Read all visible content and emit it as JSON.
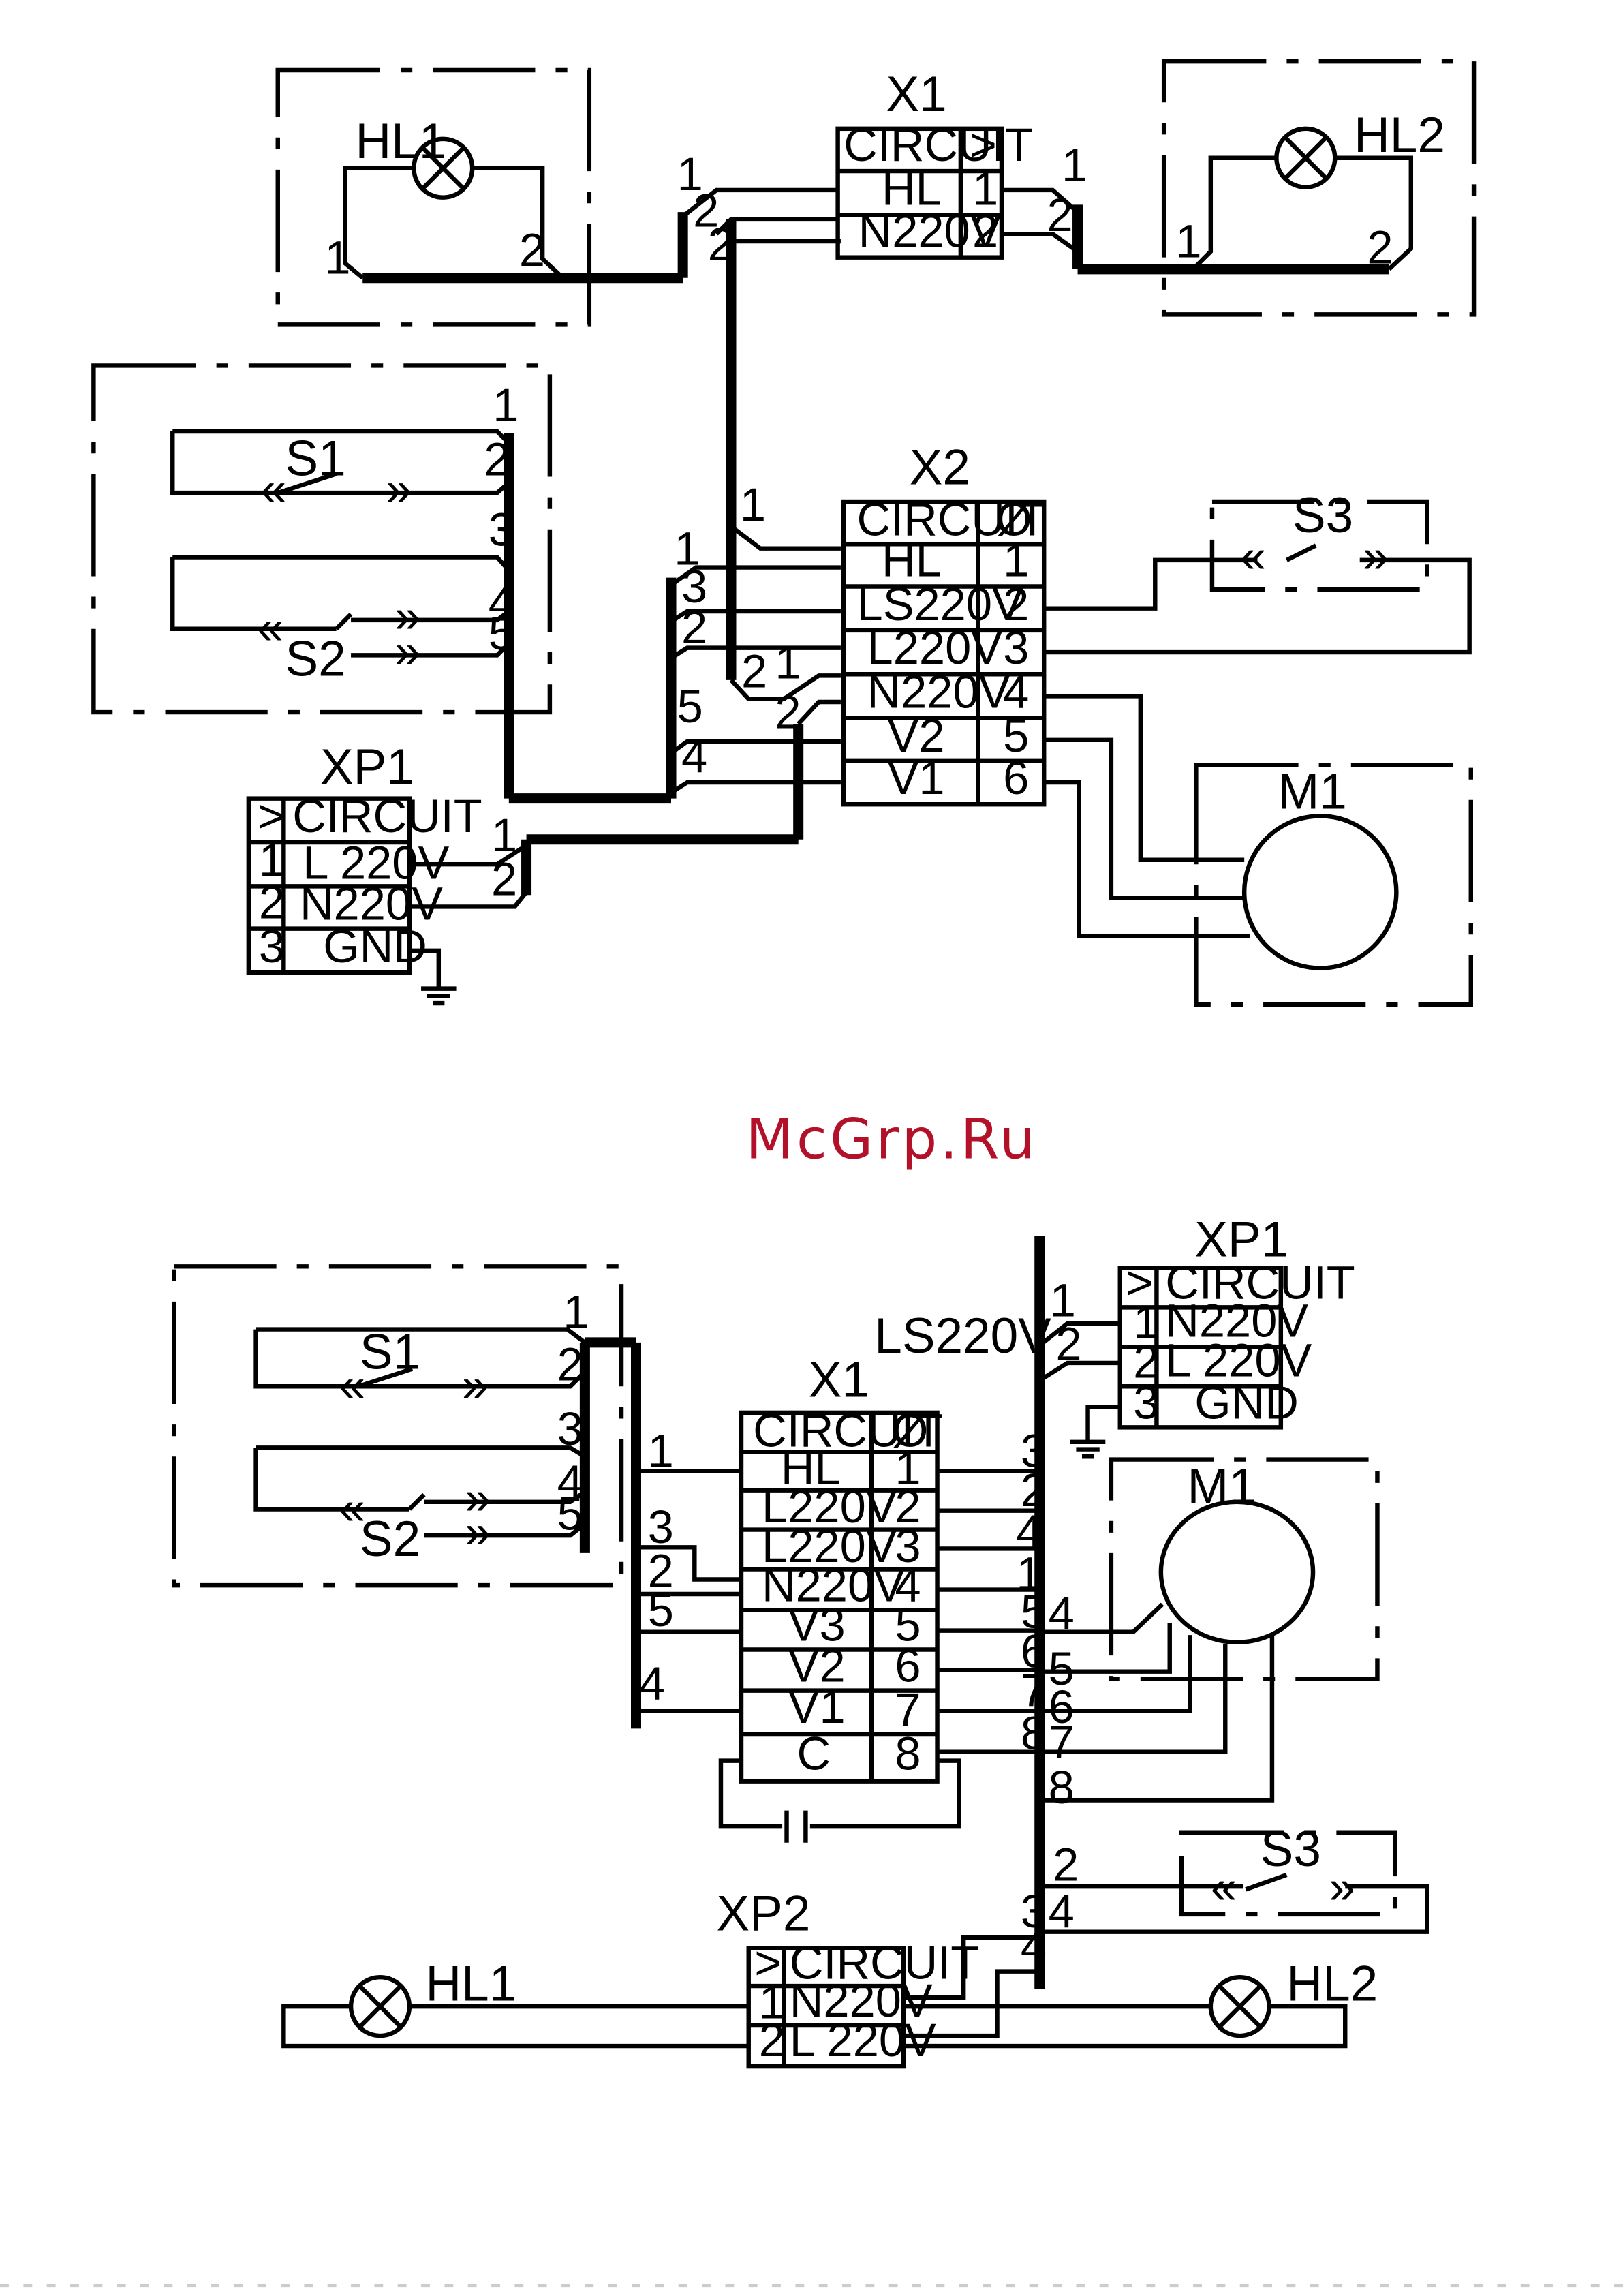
{
  "watermark": "McGrp.Ru",
  "top_scheme": {
    "lamps": {
      "hl1": "HL1",
      "hl2": "HL2"
    },
    "switches": {
      "s1": "S1",
      "s2": "S2",
      "s3": "S3"
    },
    "motor": "M1",
    "x1": {
      "title": "X1",
      "header": [
        "CIRCUIT",
        ">"
      ],
      "rows": [
        {
          "circuit": "HL",
          "pin": "1"
        },
        {
          "circuit": "N220V",
          "pin": "2"
        }
      ]
    },
    "x2": {
      "title": "X2",
      "header": [
        "CIRCUIT",
        "Ø"
      ],
      "rows": [
        {
          "circuit": "HL",
          "pin": "1"
        },
        {
          "circuit": "LS220V",
          "pin": "2"
        },
        {
          "circuit": "L220V",
          "pin": "3"
        },
        {
          "circuit": "N220V",
          "pin": "4"
        },
        {
          "circuit": "V2",
          "pin": "5"
        },
        {
          "circuit": "V1",
          "pin": "6"
        }
      ]
    },
    "xp1": {
      "title": "XP1",
      "header": [
        ">",
        "CIRCUIT"
      ],
      "rows": [
        {
          "pin": "1",
          "circuit": "L 220V"
        },
        {
          "pin": "2",
          "circuit": "N220V"
        },
        {
          "pin": "3",
          "circuit": "GND"
        }
      ]
    }
  },
  "bottom_scheme": {
    "bus_label": "LS220V",
    "lamps": {
      "hl1": "HL1",
      "hl2": "HL2"
    },
    "switches": {
      "s1": "S1",
      "s2": "S2",
      "s3": "S3"
    },
    "motor": "M1",
    "x1": {
      "title": "X1",
      "header": [
        "CIRCUIT",
        "Ø"
      ],
      "rows": [
        {
          "circuit": "HL",
          "pin": "1"
        },
        {
          "circuit": "L220V",
          "pin": "2"
        },
        {
          "circuit": "L220V",
          "pin": "3"
        },
        {
          "circuit": "N220V",
          "pin": "4"
        },
        {
          "circuit": "V3",
          "pin": "5"
        },
        {
          "circuit": "V2",
          "pin": "6"
        },
        {
          "circuit": "V1",
          "pin": "7"
        },
        {
          "circuit": "C",
          "pin": "8"
        }
      ]
    },
    "xp1": {
      "title": "XP1",
      "header": [
        ">",
        "CIRCUIT"
      ],
      "rows": [
        {
          "pin": "1",
          "circuit": "N220V"
        },
        {
          "pin": "2",
          "circuit": "L 220V"
        },
        {
          "pin": "3",
          "circuit": "GND"
        }
      ]
    },
    "xp2": {
      "title": "XP2",
      "header": [
        ">",
        "CIRCUIT"
      ],
      "rows": [
        {
          "pin": "1",
          "circuit": "N220V"
        },
        {
          "pin": "2",
          "circuit": "L 220V"
        }
      ]
    }
  }
}
